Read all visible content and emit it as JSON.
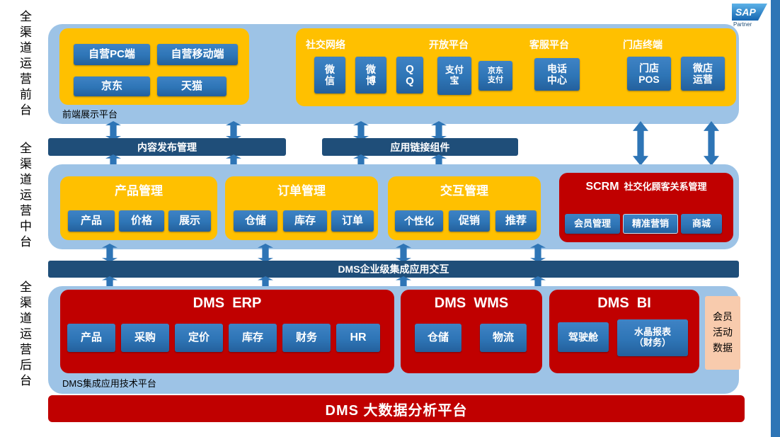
{
  "logo": {
    "brand": "SAP",
    "partner": "Partner"
  },
  "side_labels": {
    "front": "全渠道运营前台",
    "middle": "全渠道运营中台",
    "back": "全渠道运营后台"
  },
  "front": {
    "platform_label": "前端展示平台",
    "own": {
      "items": [
        "自营PC端",
        "自营移动端",
        "京东",
        "天猫"
      ]
    },
    "groups": [
      {
        "title": "社交网络",
        "items": [
          "微信",
          "微博",
          "QQ"
        ]
      },
      {
        "title": "开放平台",
        "items": [
          "支付宝",
          "京东支付"
        ]
      },
      {
        "title": "客服平台",
        "items": [
          "电话中心"
        ]
      },
      {
        "title": "门店终端",
        "items": [
          "门店POS",
          "微店运营"
        ]
      }
    ]
  },
  "connectors": {
    "content_publish": "内容发布管理",
    "app_link": "应用链接组件",
    "integration_bus": "DMS企业级集成应用交互"
  },
  "middle": {
    "modules": [
      {
        "title": "产品管理",
        "items": [
          "产品",
          "价格",
          "展示"
        ]
      },
      {
        "title": "订单管理",
        "items": [
          "仓储",
          "库存",
          "订单"
        ]
      },
      {
        "title": "交互管理",
        "items": [
          "个性化",
          "促销",
          "推荐"
        ]
      }
    ],
    "scrm": {
      "title_main": "SCRM",
      "title_sub": "社交化顾客关系管理",
      "items": [
        "会员管理",
        "精准营销",
        "商城"
      ]
    }
  },
  "back": {
    "platform_label": "DMS集成应用技术平台",
    "systems": [
      {
        "title": "DMS  ERP",
        "items": [
          "产品",
          "采购",
          "定价",
          "库存",
          "财务",
          "HR"
        ]
      },
      {
        "title": "DMS  WMS",
        "items": [
          "仓储",
          "物流"
        ]
      },
      {
        "title": "DMS  BI",
        "items": [
          "驾驶舱",
          "水晶报表（财务）"
        ]
      }
    ],
    "member_data": "会员活动数据"
  },
  "footer": {
    "title": "DMS 大数据分析平台"
  },
  "colors": {
    "container_blue": "#9dc3e6",
    "module_orange": "#ffc000",
    "item_blue": "#2e75b6",
    "bar_navy": "#1f4e79",
    "system_red": "#c00000",
    "member_peach": "#f8cbad"
  }
}
